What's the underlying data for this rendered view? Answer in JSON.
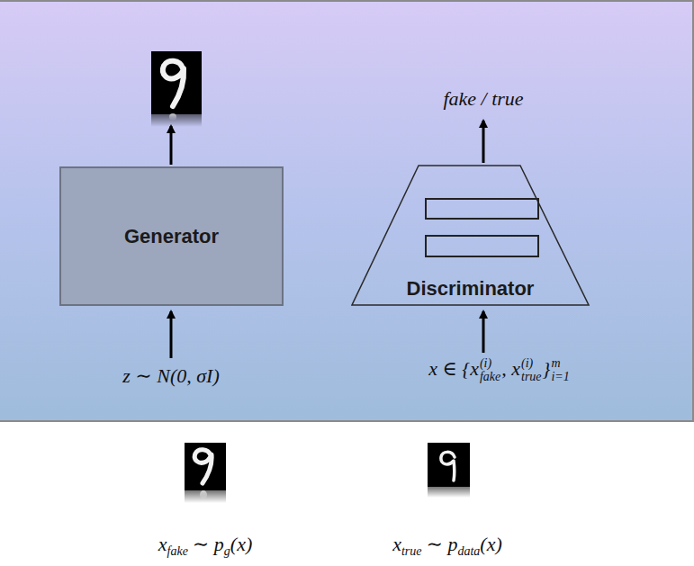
{
  "diagram": {
    "nodes": [
      {
        "text": [
          "Generator"
        ]
      },
      {
        "text": [
          "Discriminator"
        ]
      }
    ],
    "labels": [
      "fake / true",
      "z ∼ N(0, σI)",
      "x ∈ {x",
      "(i)",
      "fake",
      ", x",
      "(i)",
      "true",
      "}",
      "m",
      "i=1",
      "x",
      "fake",
      "∼ p",
      "g",
      "(x)",
      "x",
      "true",
      "∼ p",
      "data",
      "(x)"
    ]
  }
}
